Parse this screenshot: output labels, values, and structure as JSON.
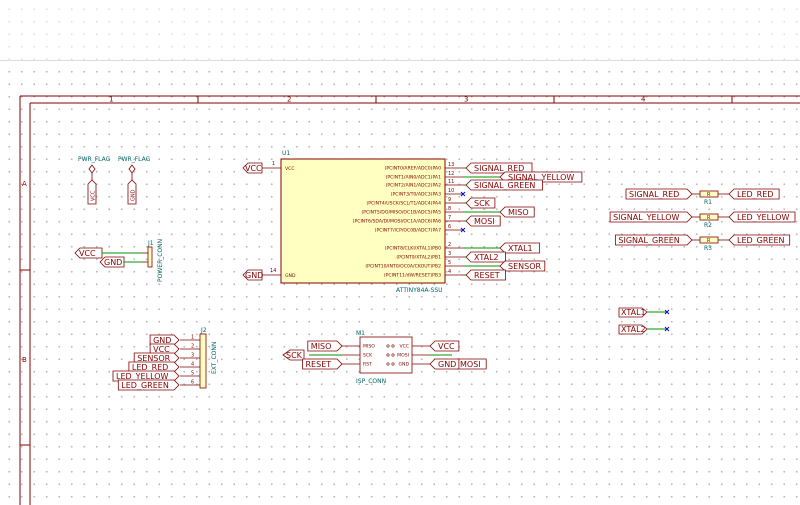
{
  "border": {
    "columns": [
      "1",
      "2",
      "3",
      "4"
    ],
    "rows": [
      "A",
      "B"
    ]
  },
  "power_flags": [
    {
      "name": "PWR_FLAG",
      "net": "VCC"
    },
    {
      "name": "PWR_FLAG",
      "net": "GND"
    }
  ],
  "u1": {
    "ref": "U1",
    "value": "ATTINY84A-SSU",
    "left_pins": [
      {
        "name": "VCC",
        "num": "1"
      },
      {
        "name": "GND",
        "num": "14"
      }
    ],
    "right_pins": [
      {
        "name": "(PCINT0/AREF/ADC0)PA0",
        "num": "13",
        "net": "SIGNAL_RED"
      },
      {
        "name": "(PCINT1/AIN0/ADC1)PA1",
        "num": "12",
        "net": "SIGNAL_YELLOW"
      },
      {
        "name": "(PCINT2/AIN1/ADC2)PA2",
        "num": "11",
        "net": "SIGNAL_GREEN"
      },
      {
        "name": "(PCINT3/T0/ADC3)PA3",
        "num": "10",
        "net": ""
      },
      {
        "name": "(PCINT4/USCK/SCL/T1/ADC4)PA4",
        "num": "9",
        "net": "SCK"
      },
      {
        "name": "(PCINT5/DO/MISO/OC1B/ADC5)PA5",
        "num": "8",
        "net": "MISO"
      },
      {
        "name": "(PCINT6/SDA/DI/MOSI/OC1A/ADC6)PA6",
        "num": "7",
        "net": "MOSI"
      },
      {
        "name": "(PCINT7/ICP/OC0B/ADC7)PA7",
        "num": "6",
        "net": ""
      },
      {
        "name": "(PCINT8/CLKI/XTAL1)PB0",
        "num": "2",
        "net": "XTAL1"
      },
      {
        "name": "(PCINT9/XTAL2)PB1",
        "num": "3",
        "net": "XTAL2"
      },
      {
        "name": "(PCINT10/INT0/OC0A/CKOUT)PB2",
        "num": "5",
        "net": "SENSOR"
      },
      {
        "name": "(PCINT11/dW/RESET)PB3",
        "num": "4",
        "net": "RESET"
      }
    ],
    "labels": {
      "vcc": "VCC",
      "gnd": "GND"
    }
  },
  "j1": {
    "ref": "J1",
    "value": "POWER_CONN",
    "labels": [
      "VCC",
      "GND"
    ]
  },
  "j2": {
    "ref": "J2",
    "value": "EXT_CONN",
    "pins": [
      {
        "num": "1",
        "net": "GND"
      },
      {
        "num": "2",
        "net": "VCC"
      },
      {
        "num": "3",
        "net": "SENSOR"
      },
      {
        "num": "4",
        "net": "LED_RED"
      },
      {
        "num": "5",
        "net": "LED_YELLOW"
      },
      {
        "num": "6",
        "net": "LED_GREEN"
      }
    ]
  },
  "m1": {
    "ref": "M1",
    "value": "ISP_CONN",
    "left_pins": [
      "MISO",
      "SCK",
      "RST"
    ],
    "right_pins": [
      "VCC",
      "MOSI",
      "GND"
    ],
    "left_nets": [
      "MISO",
      "SCK",
      "RESET"
    ],
    "right_nets": [
      "VCC",
      "MOSI",
      "GND"
    ]
  },
  "resistors": [
    {
      "ref": "R1",
      "value": "R",
      "in": "SIGNAL_RED",
      "out": "LED_RED"
    },
    {
      "ref": "R2",
      "value": "R",
      "in": "SIGNAL_YELLOW",
      "out": "LED_YELLOW"
    },
    {
      "ref": "R3",
      "value": "R",
      "in": "SIGNAL_GREEN",
      "out": "LED_GREEN"
    }
  ],
  "xtal_labels": [
    "XTAL1",
    "XTAL2"
  ],
  "colors": {
    "wire": "#009600",
    "part_outline": "#840000",
    "ic_fill": "#ffffc2",
    "label": "#840000",
    "ref": "#006464",
    "noconnect": "#0000c8"
  }
}
